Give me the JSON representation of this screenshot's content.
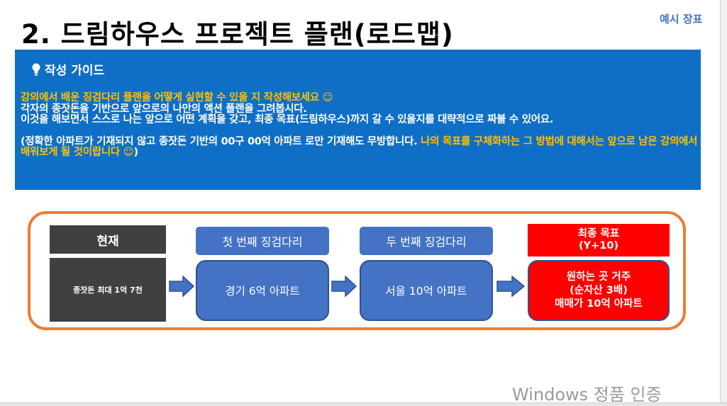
{
  "slide": {
    "example_tag": "예시 장표",
    "title": "2. 드림하우스 프로젝트 플랜(로드맵)"
  },
  "guide": {
    "heading": "작성 가이드",
    "icon": "lightbulb-icon",
    "line1": "강의에서 배운 징검다리 플랜을 어떻게 실현할 수 있을 지 작성해보세요 ☺",
    "line2": "각자의 종잣돈을 기반으로 앞으로의 나만의 액션 플랜을 그려봅시다.",
    "line3": "이것을 해보면서 스스로 나는 앞으로 어떤 계획을 갖고, 최종 목표(드림하우스)까지 갈 수 있을지를 대략적으로 짜볼 수 있어요.",
    "line4_white": "(정확한 아파트가 기재되지 않고 종잣돈 기반의 00구 00억 아파트 로만 기재해도 무방합니다. ",
    "line4_orange": "나의 목표를 구체화하는 그 방법에 대해서는 앞으로 남은 강의에서 배워보게 될 것이랍니다 ☺",
    "line4_end": ")"
  },
  "roadmap": {
    "current": {
      "label": "현재",
      "value": "종잣돈 최대 1억 7천"
    },
    "step1": {
      "label": "첫 번째 징검다리",
      "value": "경기 6억 아파트"
    },
    "step2": {
      "label": "두 번째 징검다리",
      "value": "서울 10억 아파트"
    },
    "goal": {
      "label_line1": "최종 목표",
      "label_line2": "(Y+10)",
      "value_line1": "원하는 곳 거주",
      "value_line2": "(순자산 3배)",
      "value_line3": "매매가 10억 아파트"
    }
  },
  "watermark": "Windows 정품 인증",
  "colors": {
    "guide_bg": "#0f6fc6",
    "highlight": "#ffc000",
    "frame": "#ed7d31",
    "step": "#4472c4",
    "current": "#404040",
    "goal": "#ff0000"
  }
}
